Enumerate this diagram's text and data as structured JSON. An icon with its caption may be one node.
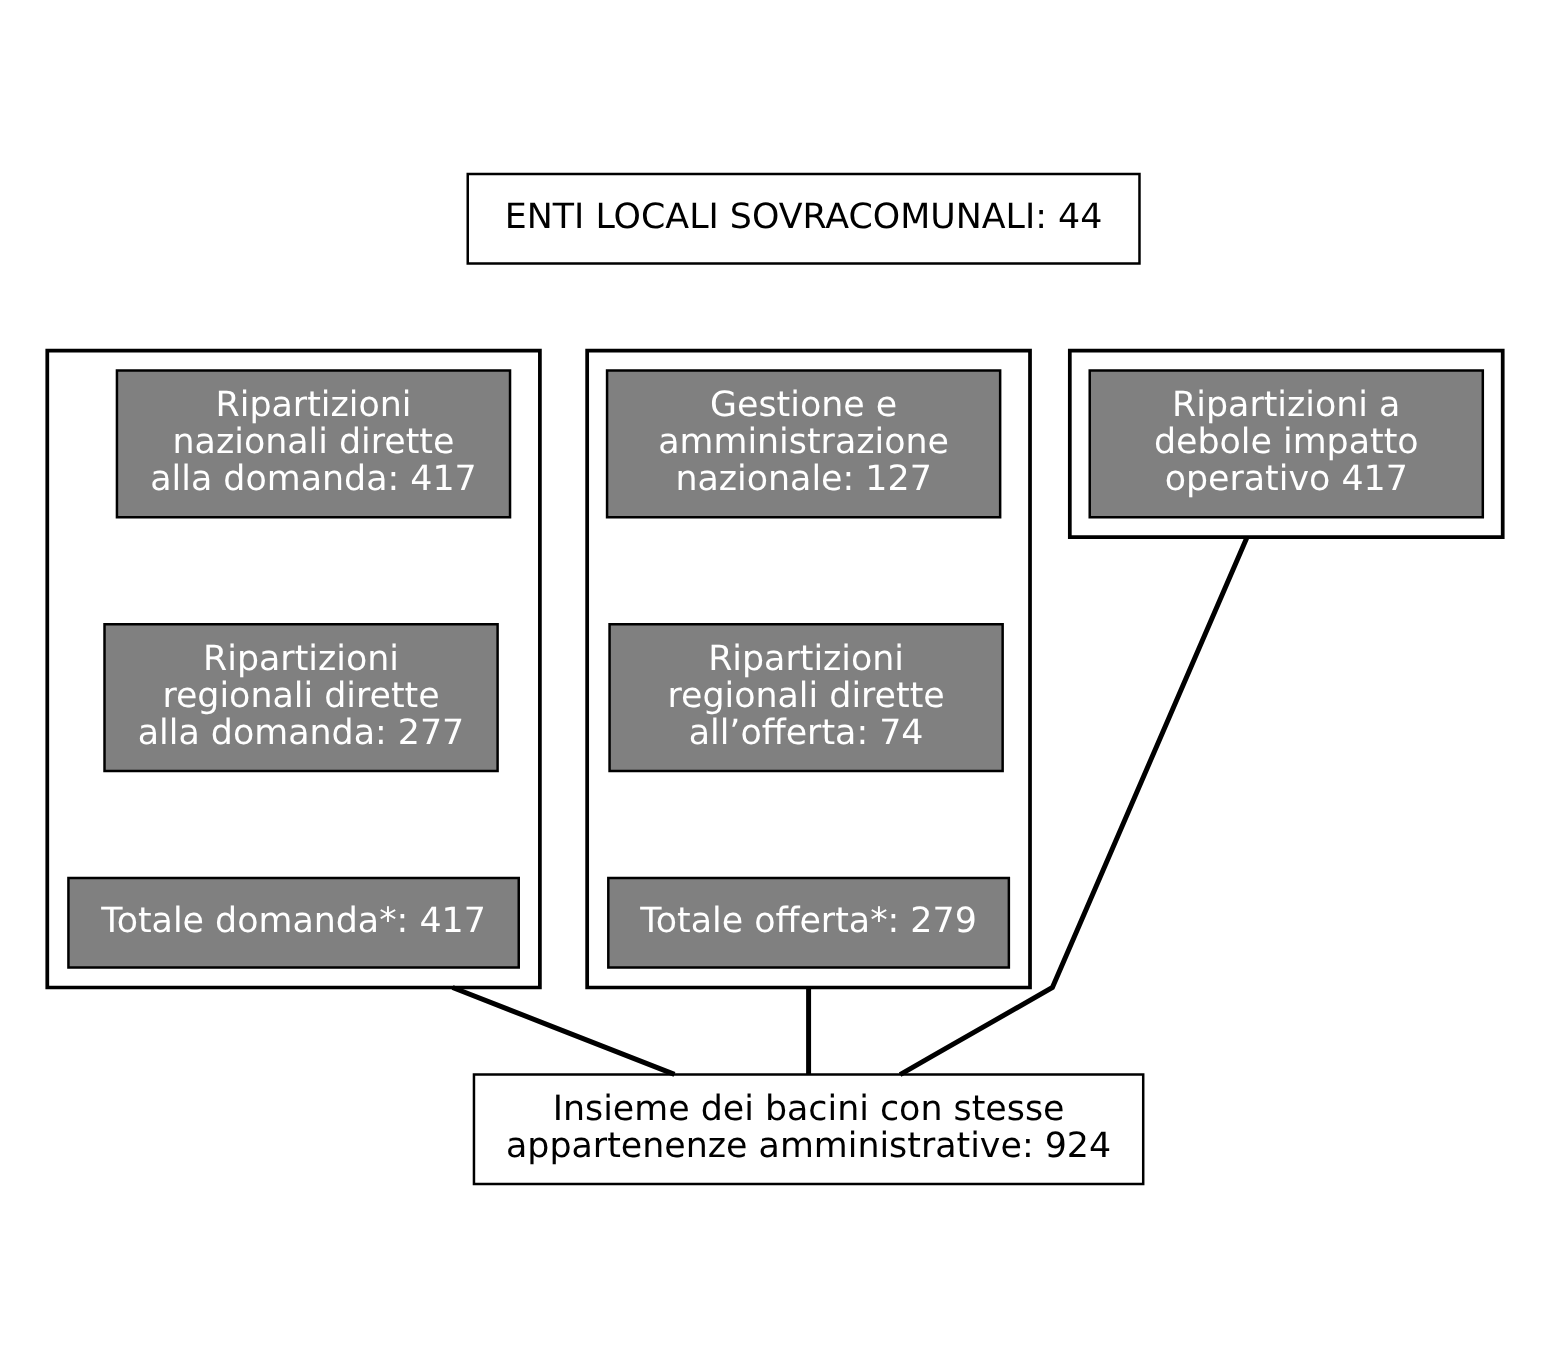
{
  "diagram": {
    "nodes": [
      {
        "text": [
          "ENTI LOCALI SOVRACOMUNALI: 44"
        ]
      },
      {
        "text": [],
        "shape": "box"
      },
      {
        "text": [
          "Ripartizioni nazionali dirette alla domanda: 417"
        ],
        "in": 1
      },
      {
        "text": [
          "Ripartizioni regionali dirette alla domanda: 277"
        ],
        "in": 1
      },
      {
        "text": [
          "Totale domanda*: 417"
        ],
        "in": 1
      },
      {
        "text": [],
        "shape": "box"
      },
      {
        "text": [
          "Gestione e amministrazione nazionale: 127"
        ],
        "in": 5
      },
      {
        "text": [
          "Ripartizioni regionali dirette all’offerta: 74"
        ],
        "in": 5
      },
      {
        "text": [
          "Totale offerta*: 279"
        ],
        "in": 5
      },
      {
        "text": [],
        "shape": "box"
      },
      {
        "text": [
          "Ripartizioni a debole impatto operativo 417"
        ],
        "in": 9
      },
      {
        "text": [
          "Insieme dei bacini con stesse appartenenze amministrative: 924"
        ]
      }
    ],
    "edges": [
      {
        "from": 1,
        "to": 11,
        "arrow": "none"
      },
      {
        "from": 5,
        "to": 11,
        "arrow": "none"
      },
      {
        "from": 9,
        "to": 11,
        "arrow": "none"
      }
    ]
  }
}
